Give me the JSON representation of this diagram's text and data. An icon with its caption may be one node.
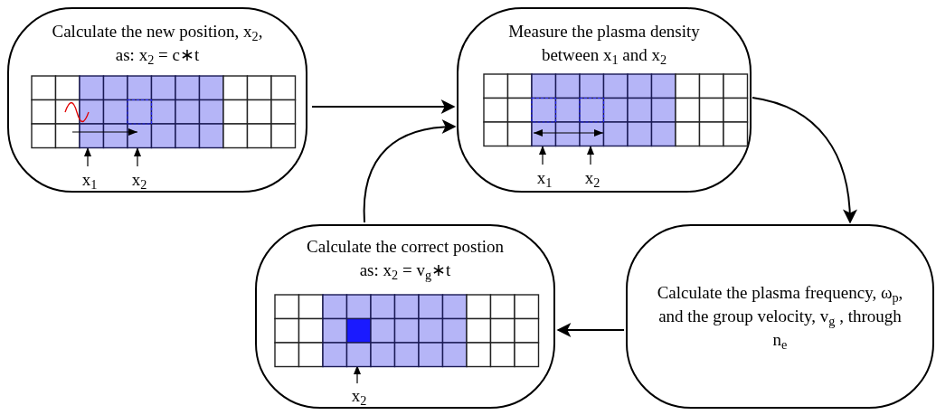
{
  "diagram": {
    "nodes": [
      {
        "text": [
          "Calculate the new position, x$_{2}$, as: x$_{2}$ = c∗t"
        ]
      },
      {
        "text": [
          "x$_{1}$"
        ],
        "in": 0
      },
      {
        "text": [
          "x$_{2}$"
        ],
        "in": 0
      },
      {
        "text": [
          "Measure the plasma density between x$_{1}$ and x$_{2}$"
        ]
      },
      {
        "text": [
          "x$_{1}$"
        ],
        "in": 3
      },
      {
        "text": [
          "x$_{2}$"
        ],
        "in": 3
      },
      {
        "text": [
          "Calculate the correct postion as: x$_{2}$ = v$_{g}$∗t"
        ]
      },
      {
        "text": [
          "x$_{2}$"
        ],
        "in": 6
      },
      {
        "text": [
          "Calculate the plasma frequency, ω$_{p}$, and the group velocity, v$_{g}$ , through n$_{e}$"
        ]
      }
    ],
    "edges": [
      {
        "from": 0,
        "to": 3,
        "arrow": "to"
      },
      {
        "from": 3,
        "to": 8,
        "arrow": "to"
      },
      {
        "from": 8,
        "to": 6,
        "arrow": "to"
      },
      {
        "from": 6,
        "to": 3,
        "arrow": "to"
      },
      {
        "from": 1,
        "to": null,
        "arrow": "to"
      },
      {
        "from": 2,
        "to": null,
        "arrow": "to"
      },
      {
        "from": 4,
        "to": null,
        "arrow": "to"
      },
      {
        "from": 5,
        "to": null,
        "arrow": "to"
      },
      {
        "from": 7,
        "to": null,
        "arrow": "to"
      }
    ]
  }
}
